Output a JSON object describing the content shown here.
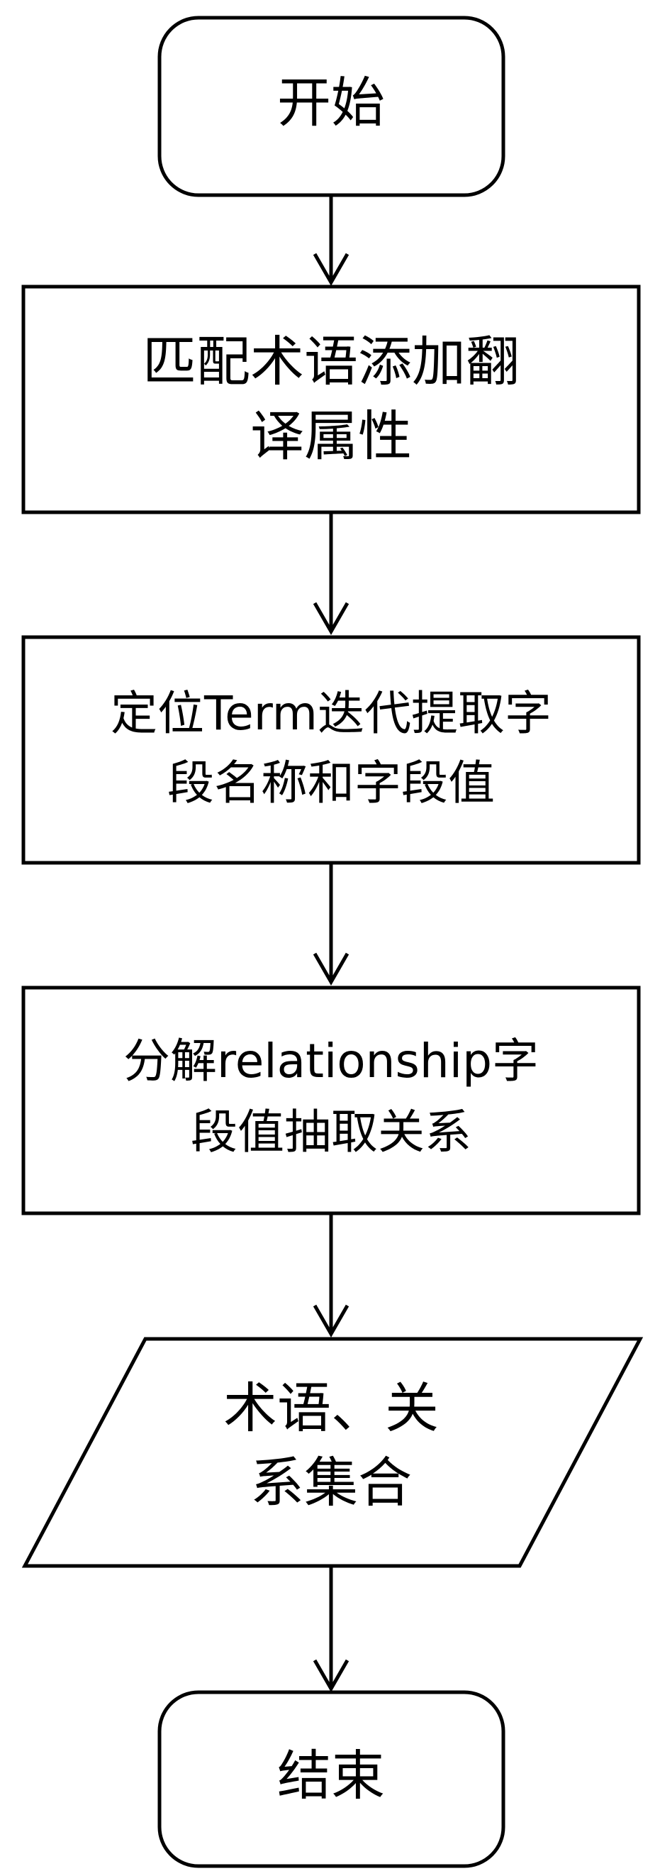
{
  "flowchart": {
    "start": {
      "label": "开始"
    },
    "step1": {
      "lines": [
        "匹配术语添加翻",
        "译属性"
      ]
    },
    "step2": {
      "lines": [
        "定位Term迭代提取字",
        "段名称和字段值"
      ]
    },
    "step3": {
      "lines": [
        "分解relationship字",
        "段值抽取关系"
      ]
    },
    "output": {
      "lines": [
        "术语、关",
        "系集合"
      ]
    },
    "end": {
      "label": "结束"
    }
  },
  "colors": {
    "stroke": "#000000",
    "fill": "#ffffff",
    "text": "#000000"
  }
}
